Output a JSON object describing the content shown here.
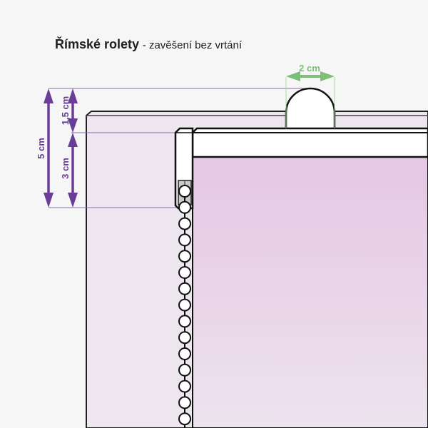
{
  "title": {
    "main": "Římské rolety",
    "subtitle": "- zavěšení bez vrtání"
  },
  "dimensions": {
    "total_height": "5 cm",
    "hook_height": "1,5 cm",
    "rail_height": "3 cm",
    "hook_width": "2 cm"
  },
  "colors": {
    "dimension_purple": "#6a3d96",
    "width_green": "#7dbf78",
    "fabric": "#e6c9e4",
    "frame": "#ede6ef"
  }
}
